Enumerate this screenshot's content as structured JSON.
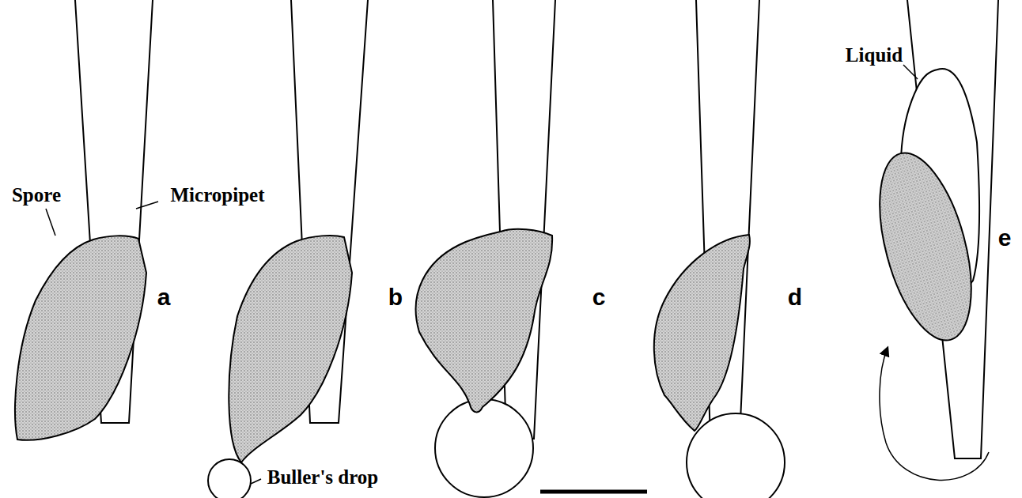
{
  "diagram": {
    "labels": [
      "Spore",
      "Micropipet",
      "a",
      "b",
      "Buller's drop",
      "c",
      "d",
      "Liquid",
      "e"
    ]
  }
}
